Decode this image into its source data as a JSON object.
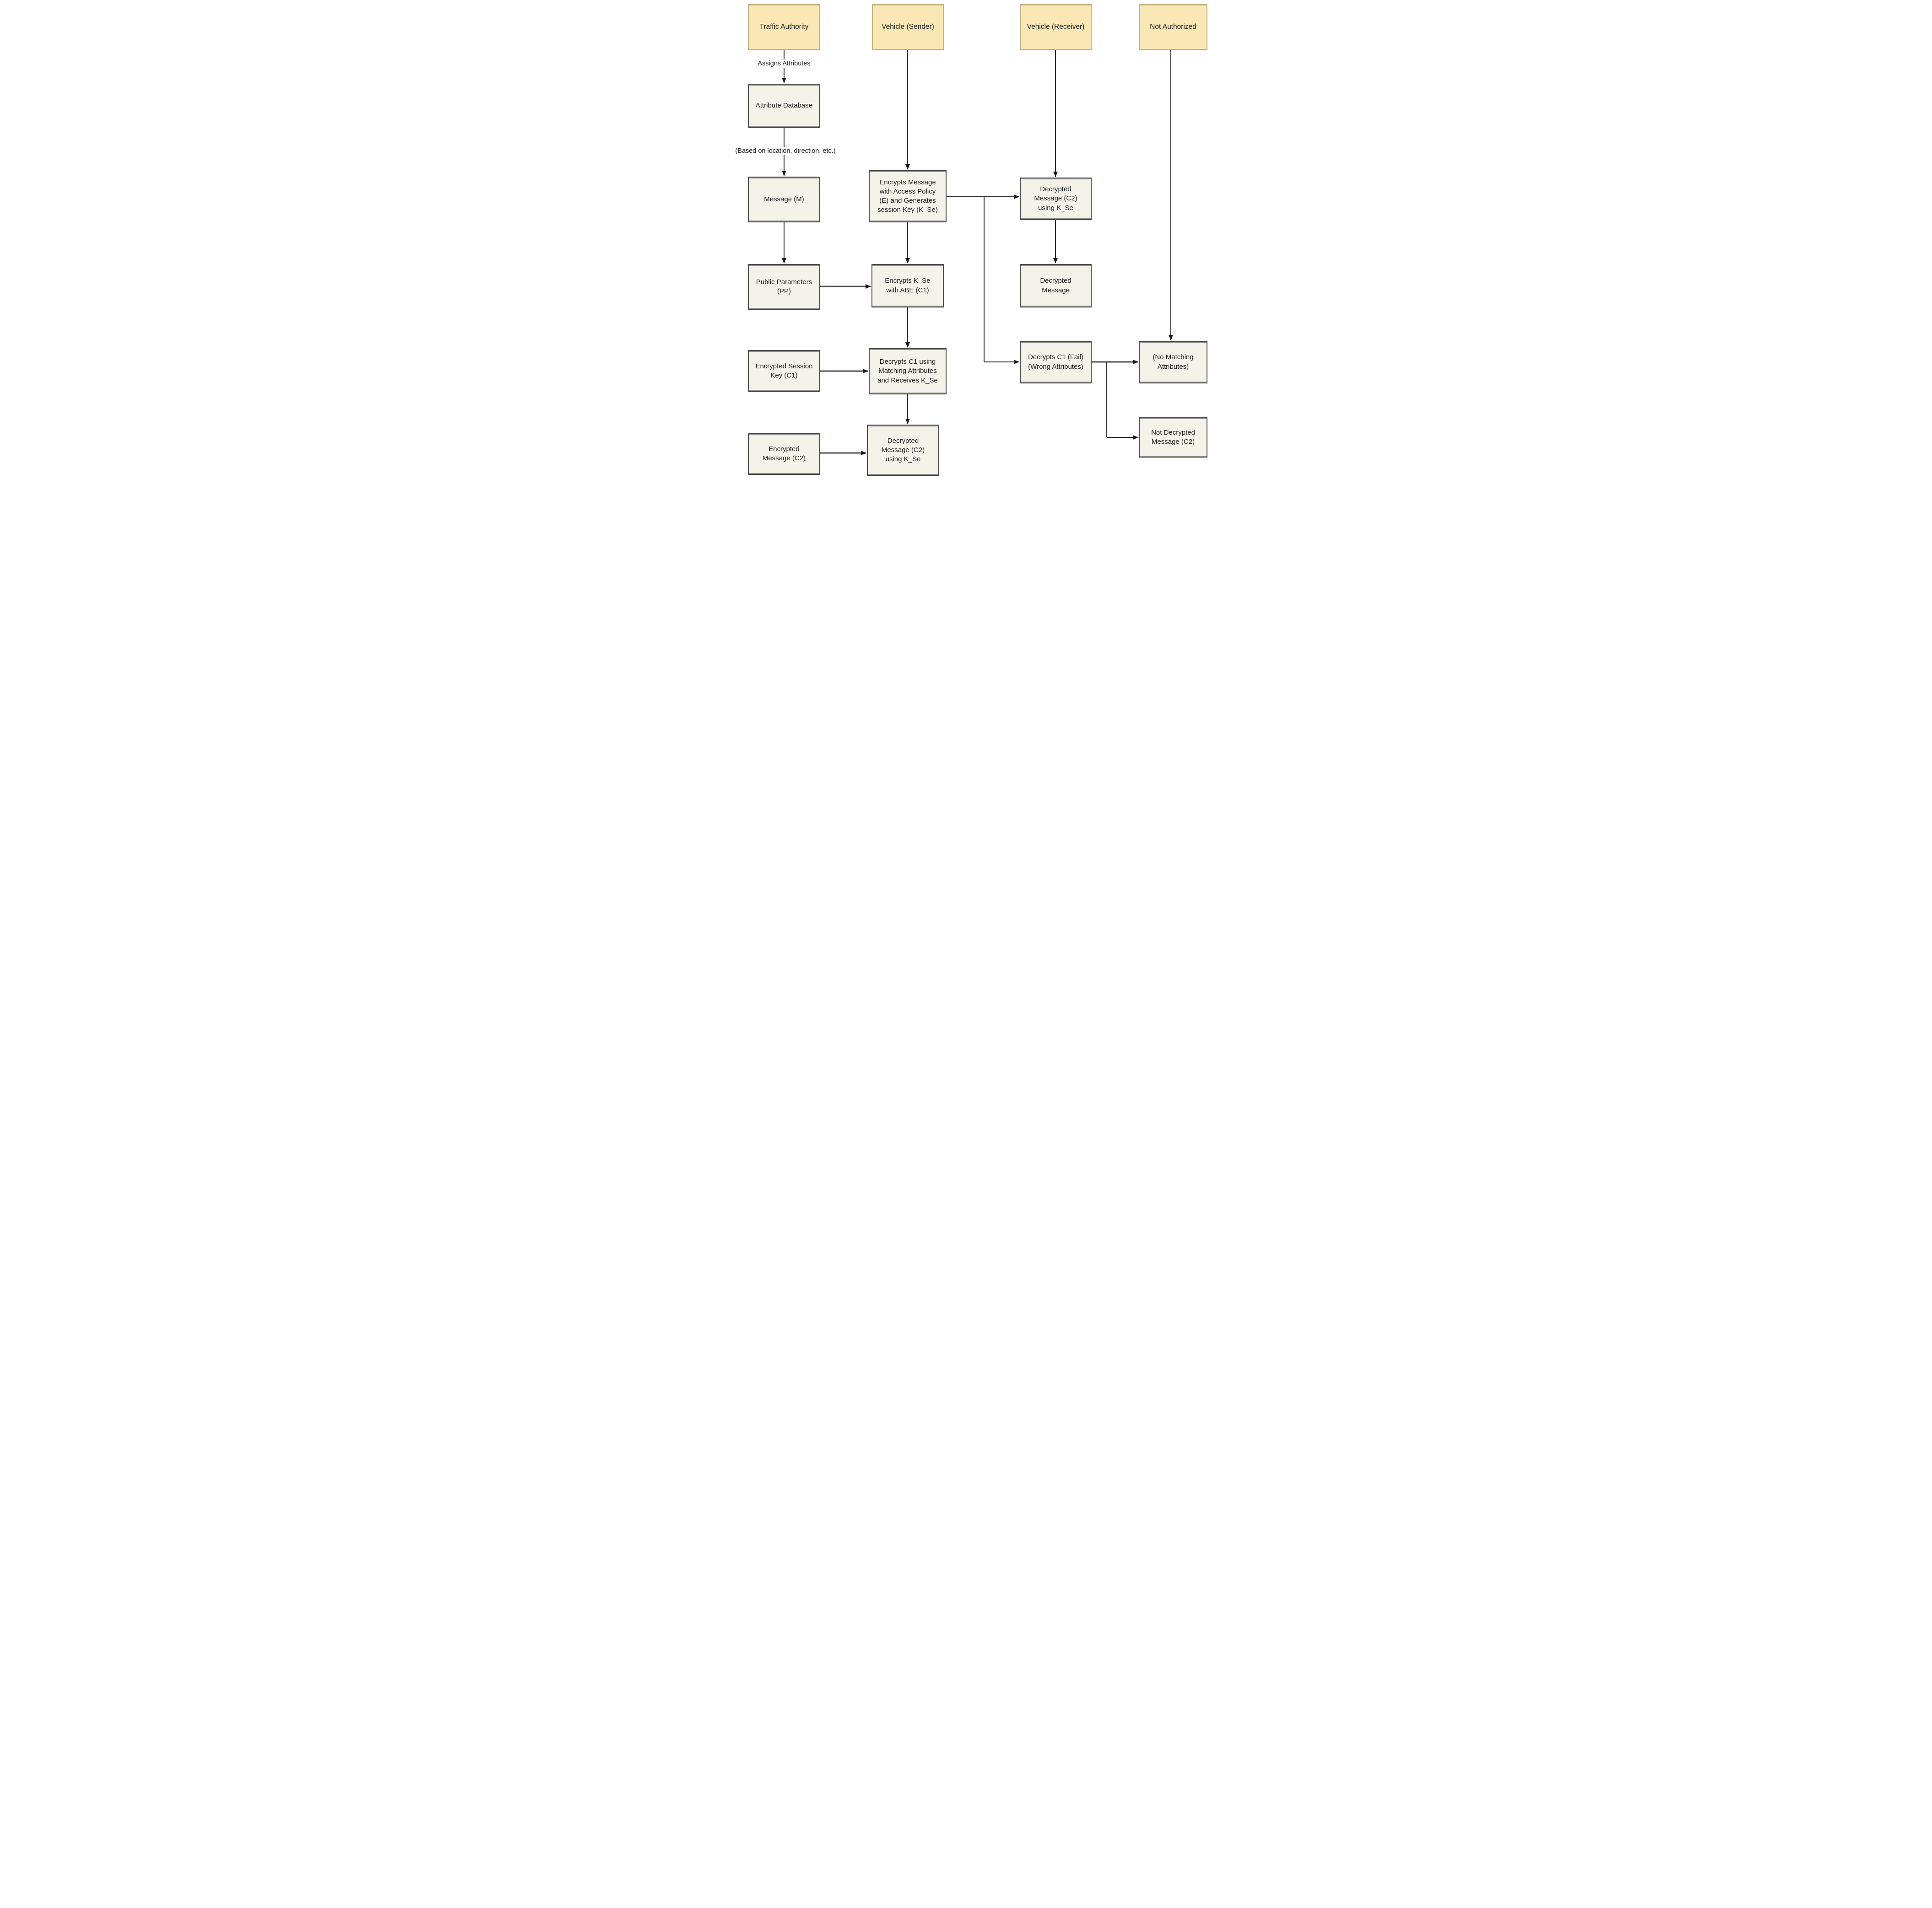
{
  "diagram": {
    "type": "flowchart",
    "colors": {
      "header_fill": "#f9e7b6",
      "header_border": "#c4b37c",
      "node_fill": "#f5f2ea",
      "node_border": "#4a4a4a",
      "line": "#2b2b2b",
      "text": "#1c1c1c",
      "background": "#ffffff"
    },
    "headers": {
      "traffic_authority": "Traffic Authority",
      "vehicle_sender": "Vehicle (Sender)",
      "vehicle_receiver": "Vehicle (Receiver)",
      "not_authorized": "Not Authorized"
    },
    "nodes": {
      "attribute_database": "Attribute Database",
      "message_m": "Message (M)",
      "public_parameters": "Public Parameters\n(PP)",
      "encrypted_session_key": "Encrypted Session\nKey (C1)",
      "encrypted_message_c2": "Encrypted\nMessage (C2)",
      "encrypts_message": "Encrypts Message\nwith Access Policy\n(E) and Generates\nsession Key (K_Se)",
      "encrypts_kse": "Encrypts K_Se\nwith ABE (C1)",
      "decrypts_c1": "Decrypts C1 using\nMatching Attributes\nand Receives K_Se",
      "decrypted_message_c2_sender": "Decrypted\nMessage (C2)\nusing K_Se",
      "decrypted_message_c2_receiver": "Decrypted\nMessage (C2)\nusing K_Se",
      "decrypted_message": "Decrypted\nMessage",
      "decrypts_c1_fail": "Decrypts C1 (Fail)\n(Wrong Attributes)",
      "no_matching_attributes": "(No Matching\nAttributes)",
      "not_decrypted_message_c2": "Not Decrypted\nMessage (C2)"
    },
    "edge_labels": {
      "assigns_attributes": "Assigns Attributes",
      "based_on": "(Based on location, direction, etc.)"
    }
  }
}
